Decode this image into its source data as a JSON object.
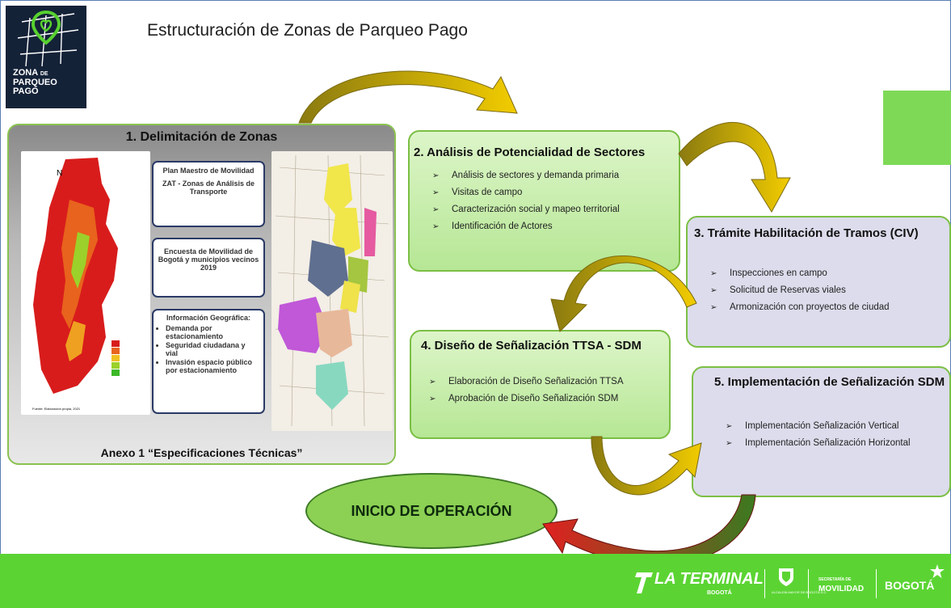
{
  "header": {
    "title": "Estructuración de Zonas de Parqueo Pago",
    "logo": {
      "line1": "ZONA",
      "line1_small": "DE",
      "line2": "PARQUEO",
      "line3": "PAGO"
    }
  },
  "steps": {
    "step1": {
      "title": "1. Delimitación de Zonas",
      "info1_line1": "Plan Maestro de Movilidad",
      "info1_line2": "ZAT - Zonas de Análisis de Transporte",
      "info2": "Encuesta de Movilidad de Bogotá y municipios vecinos 2019",
      "info3_title": "Información Geográfica:",
      "info3_items": [
        "Demanda por estacionamiento",
        "Seguridad ciudadana y vial",
        "Invasión espacio público por estacionamiento"
      ],
      "map_source": "Fuente: Elaboración propia, 2021",
      "footer": "Anexo 1 “Especificaciones Técnicas”"
    },
    "step2": {
      "title": "2. Análisis de Potencialidad de Sectores",
      "items": [
        "Análisis de sectores y demanda primaria",
        "Visitas de campo",
        "Caracterización social y mapeo territorial",
        "Identificación de Actores"
      ]
    },
    "step3": {
      "title": "3. Trámite Habilitación de Tramos (CIV)",
      "items": [
        "Inspecciones en campo",
        "Solicitud de Reservas viales",
        "Armonización con proyectos de ciudad"
      ]
    },
    "step4": {
      "title": "4. Diseño de Señalización TTSA - SDM",
      "items": [
        "Elaboración de Diseño Señalización TTSA",
        "Aprobación de Diseño Señalización SDM"
      ]
    },
    "step5": {
      "title": "5. Implementación de Señalización SDM",
      "items": [
        "Implementación Señalización Vertical",
        "Implementación Señalización Horizontal"
      ]
    }
  },
  "start": {
    "label": "INICIO DE OPERACIÓN"
  },
  "footer": {
    "terminal": "LA TERMINAL",
    "terminal_sub": "BOGOTÁ",
    "alcaldia": "ALCALDÍA MAYOR DE BOGOTÁ D.C.",
    "secretaria": "SECRETARÍA DE",
    "movilidad": "MOVILIDAD",
    "bogota": "BOGOTÁ"
  },
  "colors": {
    "green_box": "#b6e795",
    "lavender_box": "#dcdcec",
    "footer_green": "#5bd433",
    "arrow_yellow": "#e6b800",
    "arrow_red": "#d82020"
  }
}
